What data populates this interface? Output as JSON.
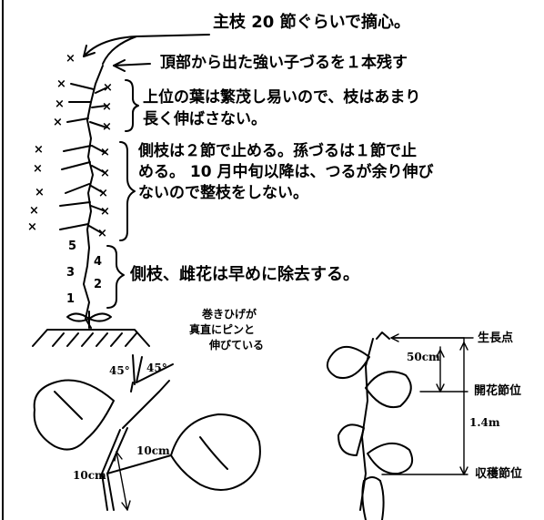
{
  "annotations": {
    "main_stem_pinch": "主枝 20 節ぐらいで摘心。",
    "top_shoot": "頂部から出た強い子づるを１本残す",
    "upper_leaves_line1": "上位の葉は繁茂し易いので、枝はあまり",
    "upper_leaves_line2": "長く伸ばさない。",
    "side_branch_line1": "側枝は２節で止める。孫づるは１節で止",
    "side_branch_line2": "める。 10 月中旬以降は、つるが余り伸び",
    "side_branch_line3": "ないので整枝をしない。",
    "lower_nodes": "側枝、雌花は早めに除去する。"
  },
  "node_numbers": [
    "5",
    "4",
    "3",
    "2",
    "1"
  ],
  "tendril_note": {
    "line1": "巻きひげが",
    "line2": "真直にピンと",
    "line3": "伸びている"
  },
  "angles": [
    "45°",
    "45°"
  ],
  "lengths": {
    "upper": "10cm",
    "lower": "10cm"
  },
  "right_figure": {
    "growth_point": "生長点",
    "distance_top": "50cm",
    "flowering_node": "開花節位",
    "distance_total": "1.4m",
    "harvest_node": "収穫節位"
  },
  "colors": {
    "ink": "#000000",
    "paper": "#ffffff"
  }
}
